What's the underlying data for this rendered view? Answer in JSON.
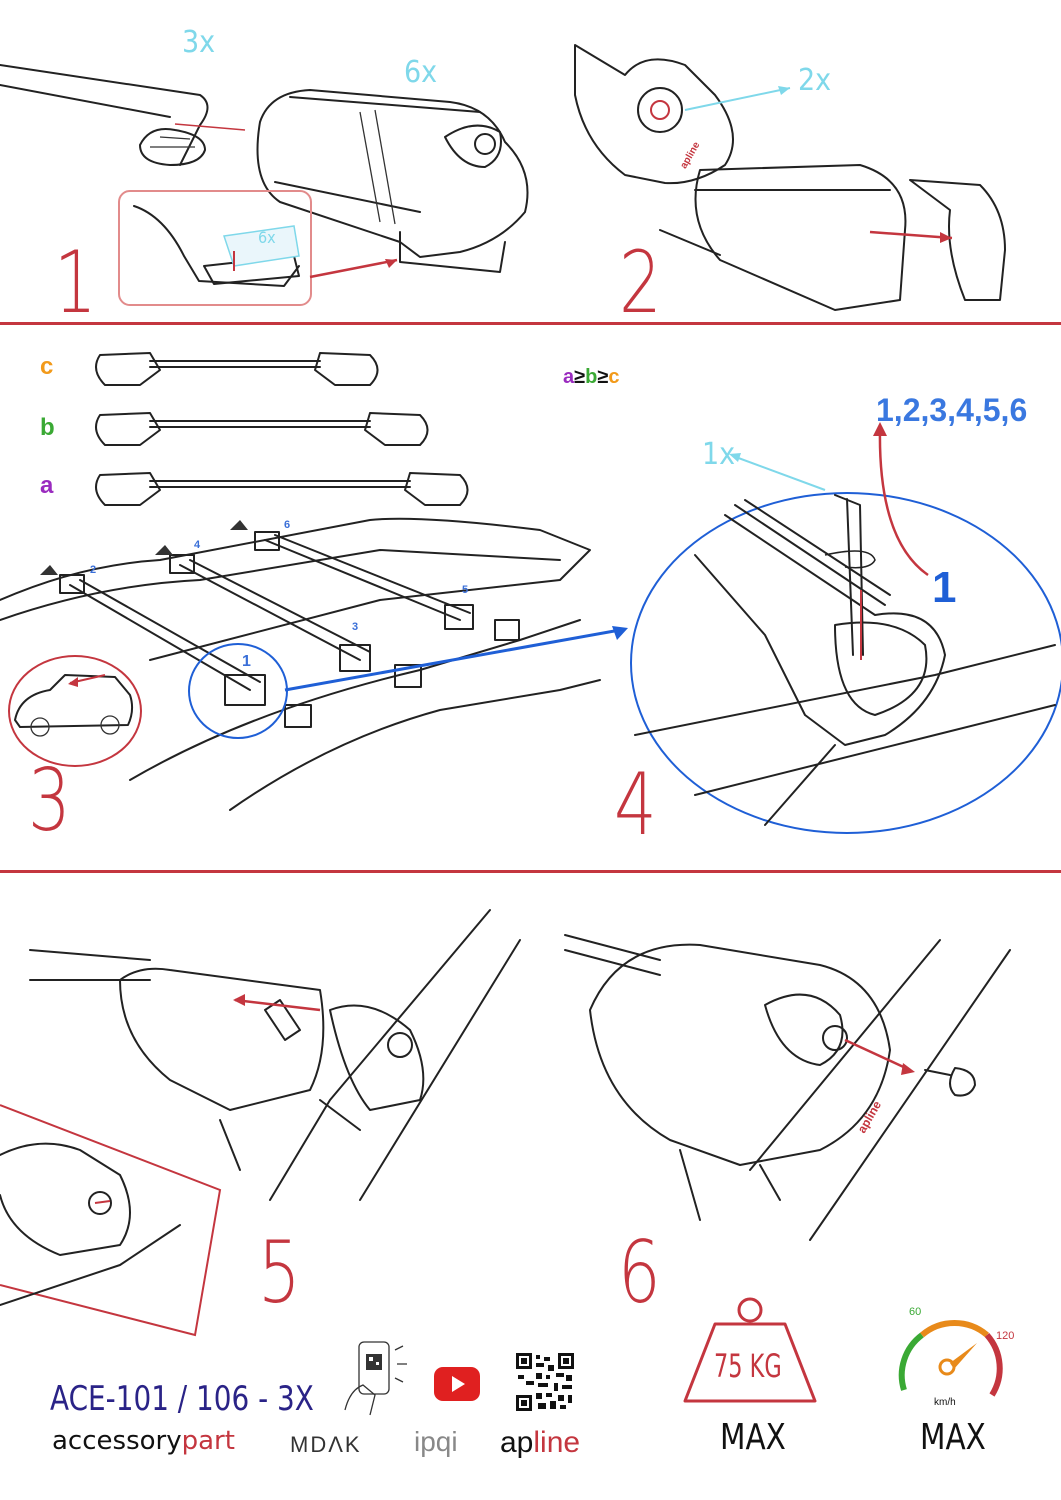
{
  "steps": {
    "s1": {
      "number": "1",
      "bar_qty": "3x",
      "foot_qty": "6x",
      "inset_qty": "6x"
    },
    "s2": {
      "number": "2",
      "qty": "2x",
      "brand": "apline"
    },
    "s3": {
      "number": "3",
      "labels": [
        "c",
        "b",
        "a"
      ],
      "order_rule": {
        "a": "a",
        "ge1": "≥",
        "b": "b",
        "ge2": "≥",
        "c": "c"
      },
      "positions": [
        "1",
        "2",
        "3",
        "4",
        "5",
        "6"
      ]
    },
    "s4": {
      "number": "4",
      "tool_qty": "1x",
      "sequence": "1,2,3,4,5,6",
      "sequence_first": "1",
      "marker": "1"
    },
    "s5": {
      "number": "5"
    },
    "s6": {
      "number": "6",
      "brand": "apline"
    }
  },
  "footer": {
    "model": "ACE-101 / 106 - 3X",
    "brand_accessory": "accessory",
    "brand_part": "part",
    "brand_mdak": "MDΛK",
    "brand_ipqi": "ipqi",
    "brand_ap": "ap",
    "brand_line": "line",
    "weight": "75 KG",
    "weight_max": "MAX",
    "speed_unit": "km/h",
    "speed_low": "60",
    "speed_high": "120",
    "speed_max": "MAX"
  },
  "colors": {
    "accent_red": "#c4363f",
    "cyan": "#7fd8ea",
    "blue": "#1f5fd6",
    "purple": "#9a2bbf",
    "green": "#3aa934",
    "orange": "#f29a1a",
    "navy": "#2a2387"
  }
}
